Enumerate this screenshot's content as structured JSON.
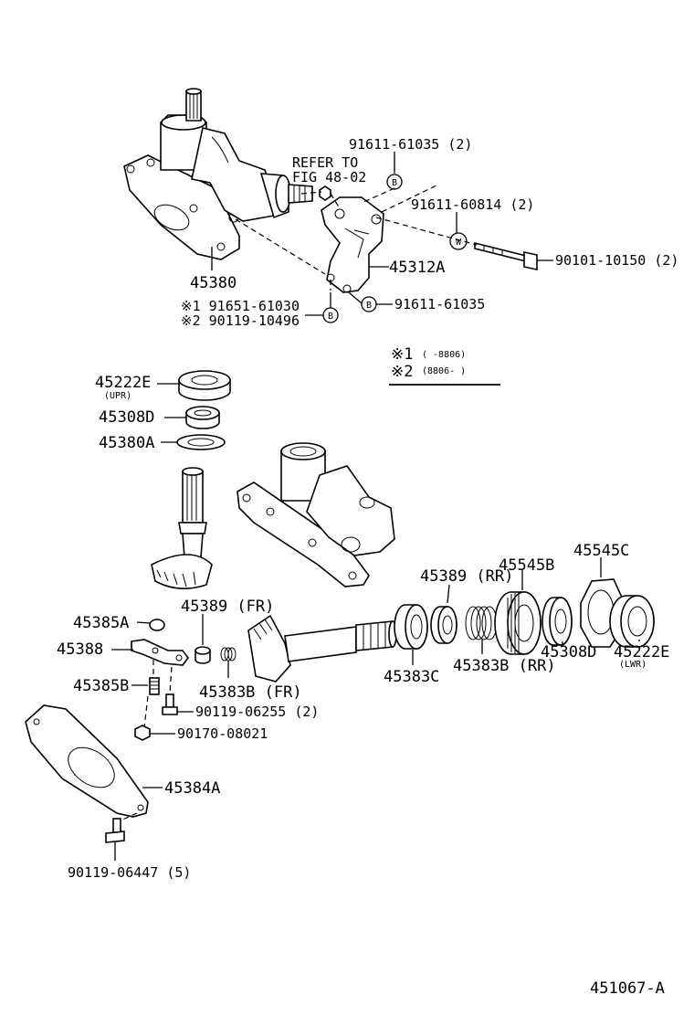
{
  "labels": {
    "ref_to_1": "REFER TO",
    "ref_to_2": "FIG 48-02",
    "p91611_61035_2": "91611-61035 (2)",
    "p91611_60814_2": "91611-60814 (2)",
    "p90101_10150_2": "90101-10150 (2)",
    "p45380": "45380",
    "p45312A": "45312A",
    "p91611_61035": "91611-61035",
    "note1_part": "※1 91651-61030",
    "note2_part": "※2 90119-10496",
    "legend1_mark": "※1",
    "legend1_range": "(      -8806)",
    "legend2_mark": "※2",
    "legend2_range": "(8806-      )",
    "p45222E_upr": "45222E",
    "p45222E_upr_sub": "(UPR)",
    "p45308D_a": "45308D",
    "p45380A": "45380A",
    "p45385A": "45385A",
    "p45389_fr": "45389 (FR)",
    "p45388": "45388",
    "p45385B": "45385B",
    "p45383B_fr": "45383B (FR)",
    "p90119_06255_2": "90119-06255 (2)",
    "p90170_08021": "90170-08021",
    "p45384A": "45384A",
    "p90119_06447_5": "90119-06447 (5)",
    "p45389_rr": "45389 (RR)",
    "p45545B": "45545B",
    "p45545C": "45545C",
    "p45383C": "45383C",
    "p45383B_rr": "45383B (RR)",
    "p45308D_b": "45308D",
    "p45222E_lwr": "45222E",
    "p45222E_lwr_sub": "(LWR)",
    "fig_id": "451067-A"
  },
  "markers": {
    "b": "B",
    "w": "W"
  }
}
